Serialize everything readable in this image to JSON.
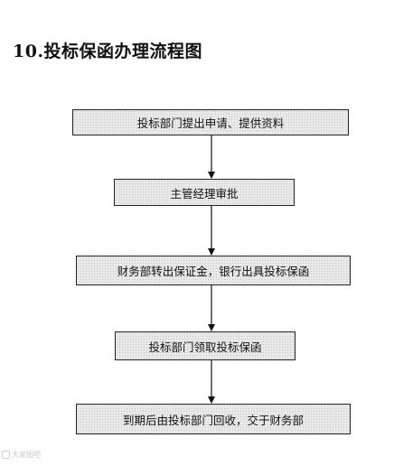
{
  "title": "10.投标保函办理流程图",
  "steps": [
    {
      "label": "投标部门提出申请、提供资料"
    },
    {
      "label": "主管经理审批"
    },
    {
      "label": "财务部转出保证金，银行出具投标保函"
    },
    {
      "label": "投标部门领取投标保函"
    },
    {
      "label": "到期后由投标部门回收，交于财务部"
    }
  ],
  "watermark": {
    "text": "大家图吧",
    "icon": "logo-icon"
  },
  "colors": {
    "box_fill": "#e9e9e9",
    "box_border": "#222222",
    "arrow": "#111111"
  }
}
